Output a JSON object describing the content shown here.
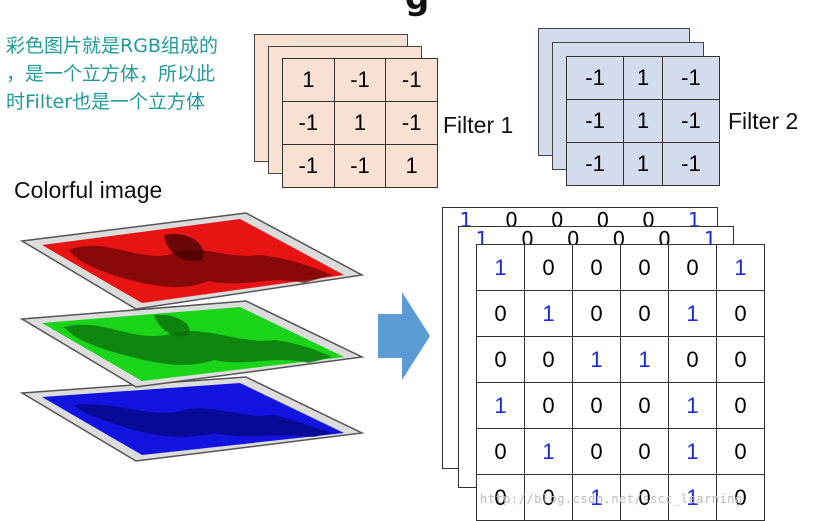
{
  "note_lines": [
    "彩色图片就是RGB组成的",
    "，是一个立方体，所以此",
    "时Filter也是一个立方体"
  ],
  "title_fragment": "g",
  "filter1": {
    "label": "Filter 1",
    "color": "#f8e1d2",
    "rows": [
      [
        "1",
        "-1",
        "-1"
      ],
      [
        "-1",
        "1",
        "-1"
      ],
      [
        "-1",
        "-1",
        "1"
      ]
    ]
  },
  "filter2": {
    "label": "Filter 2",
    "color": "#d3dced",
    "rows": [
      [
        "-1",
        "1",
        "-1"
      ],
      [
        "-1",
        "1",
        "-1"
      ],
      [
        "-1",
        "1",
        "-1"
      ]
    ]
  },
  "colorful_label": "Colorful image",
  "image_layers": [
    {
      "name": "red-channel",
      "color": "#e81414"
    },
    {
      "name": "green-channel",
      "color": "#19d419"
    },
    {
      "name": "blue-channel",
      "color": "#1414e0"
    }
  ],
  "arrow_color": "#5b9bd5",
  "matrix": {
    "back_top_row": [
      "1",
      "0",
      "0",
      "0",
      "0",
      "1"
    ],
    "middle_top_row": [
      "1",
      "0",
      "0",
      "0",
      "0",
      "1"
    ],
    "rows": [
      [
        "1",
        "0",
        "0",
        "0",
        "0",
        "1"
      ],
      [
        "0",
        "1",
        "0",
        "0",
        "1",
        "0"
      ],
      [
        "0",
        "0",
        "1",
        "1",
        "0",
        "0"
      ],
      [
        "1",
        "0",
        "0",
        "0",
        "1",
        "0"
      ],
      [
        "0",
        "1",
        "0",
        "0",
        "1",
        "0"
      ],
      [
        "0",
        "0",
        "1",
        "0",
        "1",
        "0"
      ]
    ]
  },
  "watermark": "http://blog.csdn.net/sscc_learning"
}
